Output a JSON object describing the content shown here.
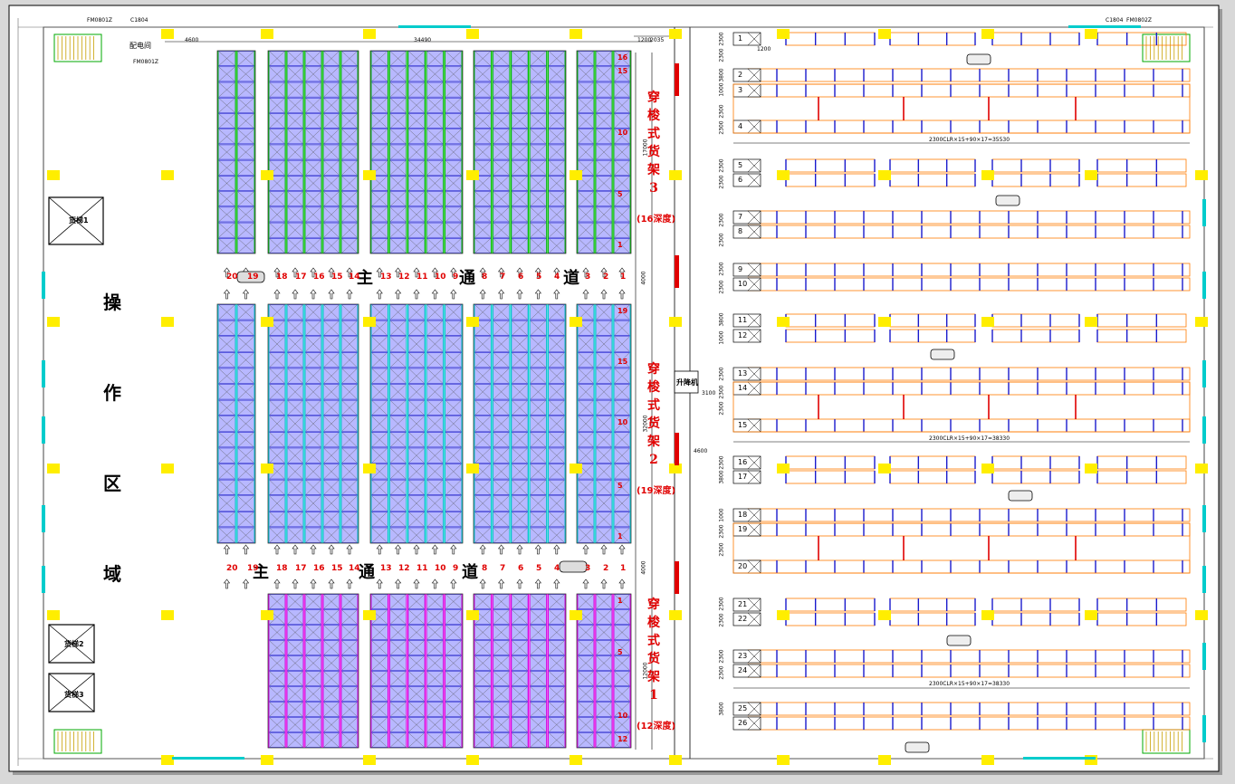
{
  "labels": {
    "operation_zone": [
      "操",
      "作",
      "区",
      "域"
    ],
    "main_channel": [
      "主",
      "通",
      "道"
    ],
    "rack3_title": [
      "穿",
      "梭",
      "式",
      "货",
      "架",
      "3"
    ],
    "rack3_depth": "(16深度)",
    "rack2_title": [
      "穿",
      "梭",
      "式",
      "货",
      "架",
      "2"
    ],
    "rack2_depth": "(19深度)",
    "rack1_title": [
      "穿",
      "梭",
      "式",
      "货",
      "架",
      "1"
    ],
    "rack1_depth": "(12深度)",
    "lift1": "货梯1",
    "lift2": "货梯2",
    "lift3": "货梯3",
    "elevator": "升降机",
    "power_room": "配电间",
    "door_fm": "FM0801Z",
    "door_fm2": "FM0802Z",
    "door_c1": "C1804",
    "dim_top_left": "4600",
    "dim_top_total": "34490",
    "dim_top_right": "1200",
    "dim_top_right2": "2035",
    "dim_rack3": "17000",
    "dim_rack2": "32000",
    "dim_rack1": "12000",
    "dim_aisle": "4000",
    "dim_1200": "1200",
    "dim_3100": "3100",
    "dim_4600": "4600",
    "bay_formula": "2300CLR×15+90×17=35530",
    "bay_formula2": "2300CLR×15+90×17=38330"
  },
  "channel_numbers_top": [
    "20",
    "19",
    "18",
    "17",
    "16",
    "15",
    "14",
    "13",
    "12",
    "11",
    "10",
    "9",
    "8",
    "7",
    "6",
    "5",
    "4",
    "3",
    "2",
    "1"
  ],
  "channel_numbers_bottom": [
    "20",
    "19",
    "18",
    "17",
    "16",
    "15",
    "14",
    "13",
    "12",
    "11",
    "10",
    "9",
    "8",
    "7",
    "6",
    "5",
    "4",
    "3",
    "2",
    "1"
  ],
  "rack3_level_marks": [
    "16",
    "15",
    "10",
    "5",
    "1"
  ],
  "rack2_level_marks": [
    "19",
    "15",
    "10",
    "5",
    "1"
  ],
  "rack1_level_marks": [
    "1",
    "5",
    "10",
    "12"
  ],
  "right_row_labels": [
    "1",
    "2",
    "3",
    "4",
    "5",
    "6",
    "7",
    "8",
    "9",
    "10",
    "11",
    "12",
    "13",
    "14",
    "15",
    "16",
    "17",
    "18",
    "19",
    "20",
    "21",
    "22",
    "23",
    "24",
    "25",
    "26"
  ],
  "right_dims": [
    "2300",
    "2300",
    "3800",
    "1000",
    "2300",
    "2300",
    "2300",
    "2300",
    "2300",
    "2300",
    "2300",
    "2300",
    "3800",
    "1000",
    "2300",
    "2300",
    "2300",
    "2300",
    "3800",
    "1000",
    "2300",
    "2300",
    "2300",
    "2300",
    "2300",
    "2300",
    "3800"
  ],
  "colors": {
    "red": "#e00000",
    "blue": "#1a1acc",
    "cyan": "#00cccc",
    "yellow": "#ffee00",
    "green": "#00c000",
    "magenta": "#e000e0",
    "orange": "#ff7a00"
  }
}
